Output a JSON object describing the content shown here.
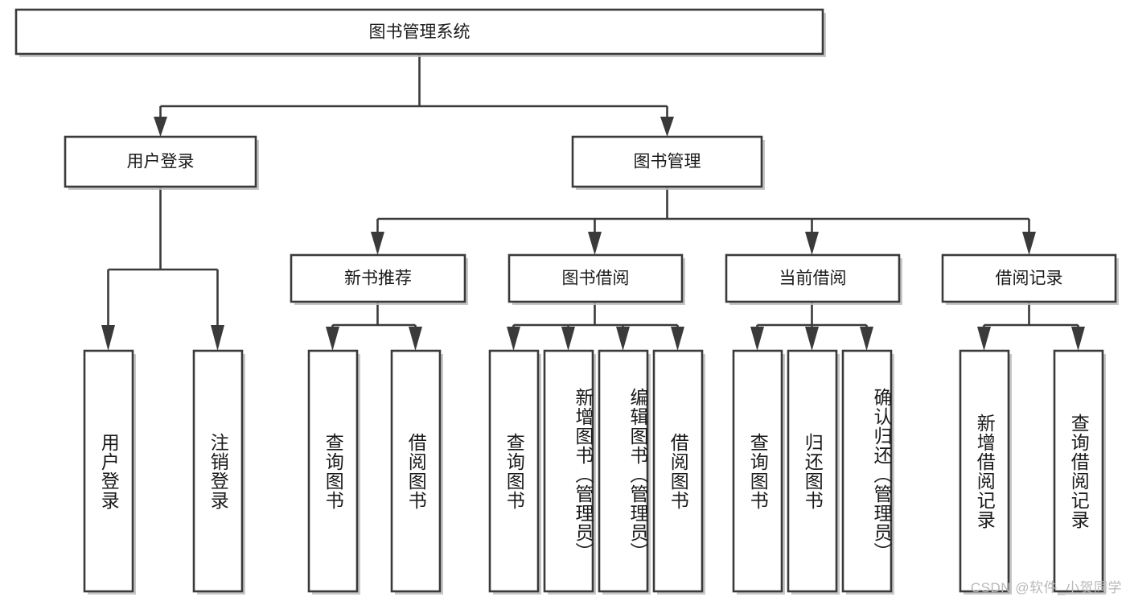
{
  "diagram": {
    "type": "tree",
    "title": "图书管理系统",
    "root": {
      "id": "root",
      "label": "图书管理系统",
      "orientation": "horizontal"
    },
    "level2": [
      {
        "id": "user-login",
        "label": "用户登录",
        "orientation": "horizontal"
      },
      {
        "id": "book-manage",
        "label": "图书管理",
        "orientation": "horizontal"
      }
    ],
    "level3": [
      {
        "id": "new-book-rec",
        "label": "新书推荐",
        "orientation": "horizontal",
        "parent": "book-manage"
      },
      {
        "id": "book-borrow",
        "label": "图书借阅",
        "orientation": "horizontal",
        "parent": "book-manage"
      },
      {
        "id": "current-borrow",
        "label": "当前借阅",
        "orientation": "horizontal",
        "parent": "book-manage"
      },
      {
        "id": "borrow-record",
        "label": "借阅记录",
        "orientation": "horizontal",
        "parent": "book-manage"
      }
    ],
    "leaves": [
      {
        "id": "leaf-user-login",
        "label": "用户登录",
        "parent": "user-login"
      },
      {
        "id": "leaf-user-logout",
        "label": "注销登录",
        "parent": "user-login"
      },
      {
        "id": "leaf-query-book-1",
        "label": "查询图书",
        "parent": "new-book-rec"
      },
      {
        "id": "leaf-borrow-book-1",
        "label": "借阅图书",
        "parent": "new-book-rec"
      },
      {
        "id": "leaf-query-book-2",
        "label": "查询图书",
        "parent": "book-borrow"
      },
      {
        "id": "leaf-add-book",
        "label": "新增图书（管理员）",
        "parent": "book-borrow"
      },
      {
        "id": "leaf-edit-book",
        "label": "编辑图书（管理员）",
        "parent": "book-borrow"
      },
      {
        "id": "leaf-borrow-book-2",
        "label": "借阅图书",
        "parent": "book-borrow"
      },
      {
        "id": "leaf-query-book-3",
        "label": "查询图书",
        "parent": "current-borrow"
      },
      {
        "id": "leaf-return-book",
        "label": "归还图书",
        "parent": "current-borrow"
      },
      {
        "id": "leaf-confirm-return",
        "label": "确认归还（管理员）",
        "parent": "current-borrow"
      },
      {
        "id": "leaf-add-record",
        "label": "新增借阅记录",
        "parent": "borrow-record"
      },
      {
        "id": "leaf-query-record",
        "label": "查询借阅记录",
        "parent": "borrow-record"
      }
    ],
    "colors": {
      "box_stroke": "#3a3a3a",
      "box_fill": "#ffffff",
      "connector": "#3a3a3a",
      "text": "#1a1a1a",
      "watermark": "#b9b9b9",
      "background": "#ffffff"
    }
  },
  "watermark": {
    "text": "CSDN @软件_小贺同学"
  }
}
